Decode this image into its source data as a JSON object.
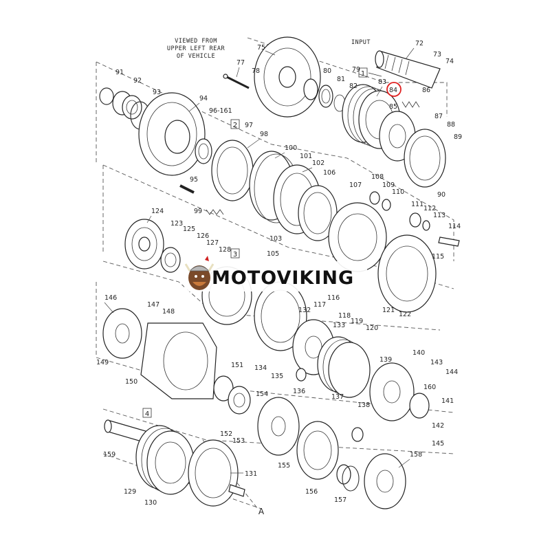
{
  "diagram": {
    "notes": {
      "viewed_from": [
        "VIEWED FROM",
        "UPPER LEFT REAR",
        "OF VEHICLE"
      ],
      "input": "INPUT",
      "reference": "A"
    },
    "section_boxes": [
      "1",
      "2",
      "3",
      "4"
    ],
    "highlighted_part": "84",
    "highlight_color": "#e02020",
    "callouts": [
      "72",
      "73",
      "74",
      "75",
      "77",
      "78",
      "79",
      "80",
      "81",
      "82",
      "83",
      "84",
      "85",
      "86",
      "87",
      "88",
      "89",
      "90",
      "91",
      "92",
      "93",
      "94",
      "95",
      "96-161",
      "97",
      "98",
      "99",
      "100",
      "101",
      "102",
      "103",
      "105",
      "106",
      "107",
      "108",
      "109",
      "110",
      "111",
      "112",
      "113",
      "114",
      "115",
      "116",
      "117",
      "118",
      "119",
      "120",
      "121",
      "122",
      "123",
      "124",
      "125",
      "126",
      "127",
      "128",
      "129",
      "130",
      "131",
      "132",
      "133",
      "134",
      "135",
      "136",
      "137",
      "138",
      "139",
      "140",
      "141",
      "142",
      "143",
      "144",
      "145",
      "146",
      "147",
      "148",
      "149",
      "150",
      "151",
      "152",
      "153",
      "154",
      "155",
      "156",
      "157",
      "158",
      "159",
      "160"
    ]
  },
  "watermark": {
    "brand": "MOTOVIKING",
    "logo": "viking-mascot-icon"
  }
}
